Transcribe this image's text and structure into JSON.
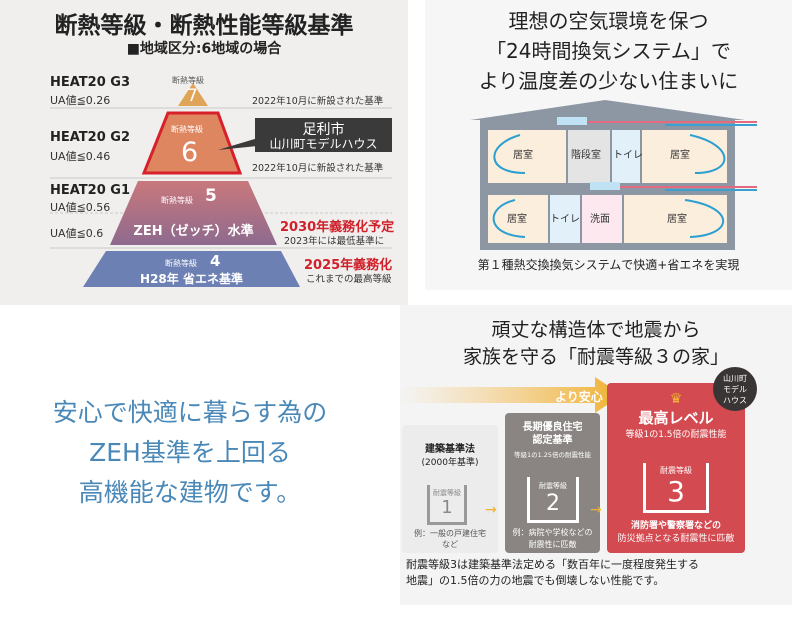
{
  "insulation": {
    "title": "断熱等級・断熱性能等級基準",
    "subtitle": "■地域区分:6地域の場合",
    "rows": [
      {
        "heat": "HEAT20 G3",
        "ua": "UA値≦0.26",
        "grade_label": "断熱等級",
        "grade": "7",
        "note": "2022年10月に新設された基準"
      },
      {
        "heat": "HEAT20 G2",
        "ua": "UA値≦0.46",
        "grade_label": "断熱等級",
        "grade": "6",
        "note": "2022年10月に新設された基準"
      },
      {
        "heat": "HEAT20 G1",
        "ua": "UA値≦0.56",
        "grade_label": "断熱等級",
        "grade": "5"
      },
      {
        "ua": "UA値≦0.6",
        "name": "ZEH（ゼッチ）水準",
        "highlight": "2030年義務化予定",
        "note": "2023年には最低基準に"
      },
      {
        "grade_label": "断熱等級",
        "grade": "4",
        "name": "H28年 省エネ基準",
        "highlight": "2025年義務化",
        "note": "これまでの最高等級"
      }
    ],
    "callout": [
      "足利市",
      "山川町モデルハウス"
    ]
  },
  "ventilation": {
    "title": [
      "理想の空気環境を保つ",
      "「24時間換気システム」で",
      "より温度差の少ない住まいに"
    ],
    "rooms_upper": [
      "居室",
      "階段室",
      "トイレ",
      "居室"
    ],
    "rooms_lower": [
      "居室",
      "トイレ",
      "洗面",
      "居室"
    ],
    "caption": "第１種熱交換換気システムで快適+省エネを実現"
  },
  "slogan": [
    "安心で快適に暮らす為の",
    "ZEH基準を上回る",
    "高機能な建物です。"
  ],
  "seismic": {
    "title": [
      "頑丈な構造体で地震から",
      "家族を守る「耐震等級３の家」"
    ],
    "arrow_label": "より安心",
    "badge": [
      "山川町",
      "モデル",
      "ハウス"
    ],
    "levels": [
      {
        "head": [
          "建築基準法",
          "(2000年基準)"
        ],
        "house_label": "耐震等級",
        "grade": "1",
        "example": [
          "例：一般の戸建住宅",
          "など"
        ]
      },
      {
        "head": [
          "長期優良住宅",
          "認定基準"
        ],
        "sub": "等級1の1.25倍の耐震性能",
        "house_label": "耐震等級",
        "grade": "2",
        "example": [
          "例：病院や学校などの",
          "耐震性に匹敵"
        ]
      },
      {
        "head": [
          "最高レベル"
        ],
        "sub": "等級1の1.5倍の耐震性能",
        "house_label": "耐震等級",
        "grade": "3",
        "example": [
          "消防署や警察署などの",
          "防災拠点となる耐震性に匹敵"
        ]
      }
    ],
    "footer": [
      "耐震等級3は建築基準法定める「数百年に一度程度発生する",
      "地震」の1.5倍の力の地震でも倒壊しない性能です。"
    ]
  },
  "colors": {
    "red": "#d0202a",
    "blue_text": "#4a88b8",
    "seismic_red": "#d34a50",
    "grey_box": "#8a8582"
  }
}
